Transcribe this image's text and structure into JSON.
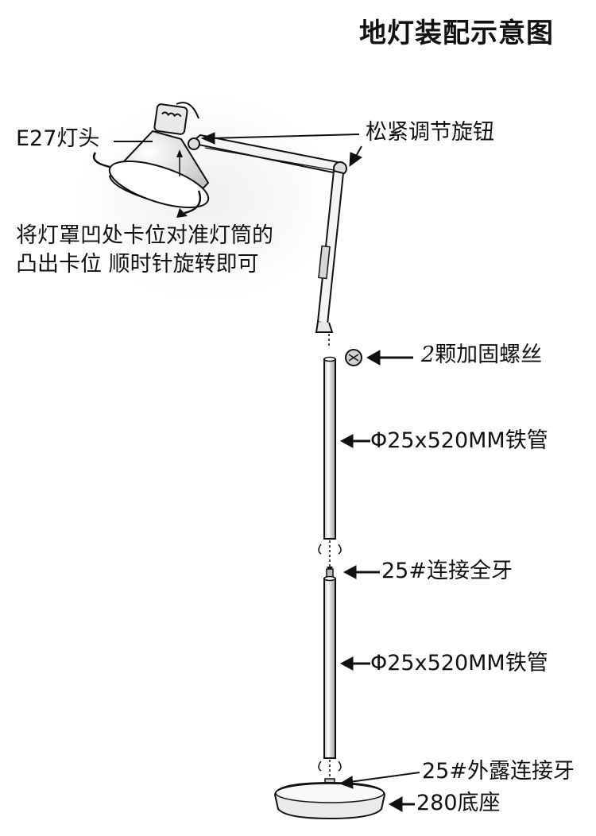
{
  "title": "地灯装配示意图",
  "labels": {
    "e27_head": "E27灯头",
    "adjust_knob": "松紧调节旋钮",
    "shade_instruction_line1": "将灯罩凹处卡位对准灯筒的",
    "shade_instruction_line2": "凸出卡位 顺时针旋转即可",
    "screws_count": "2",
    "screws_text": "颗加固螺丝",
    "pipe_upper": "Φ25x520MM铁管",
    "connector_full_thread": "25#连接全牙",
    "pipe_lower": "Φ25x520MM铁管",
    "exposed_thread": "25#外露连接牙",
    "base": "280底座"
  },
  "colors": {
    "line": "#111111",
    "metal_light": "#f2f2f2",
    "metal_shade": "#cfcfcf",
    "shade_glow": "#e9e9e9"
  }
}
